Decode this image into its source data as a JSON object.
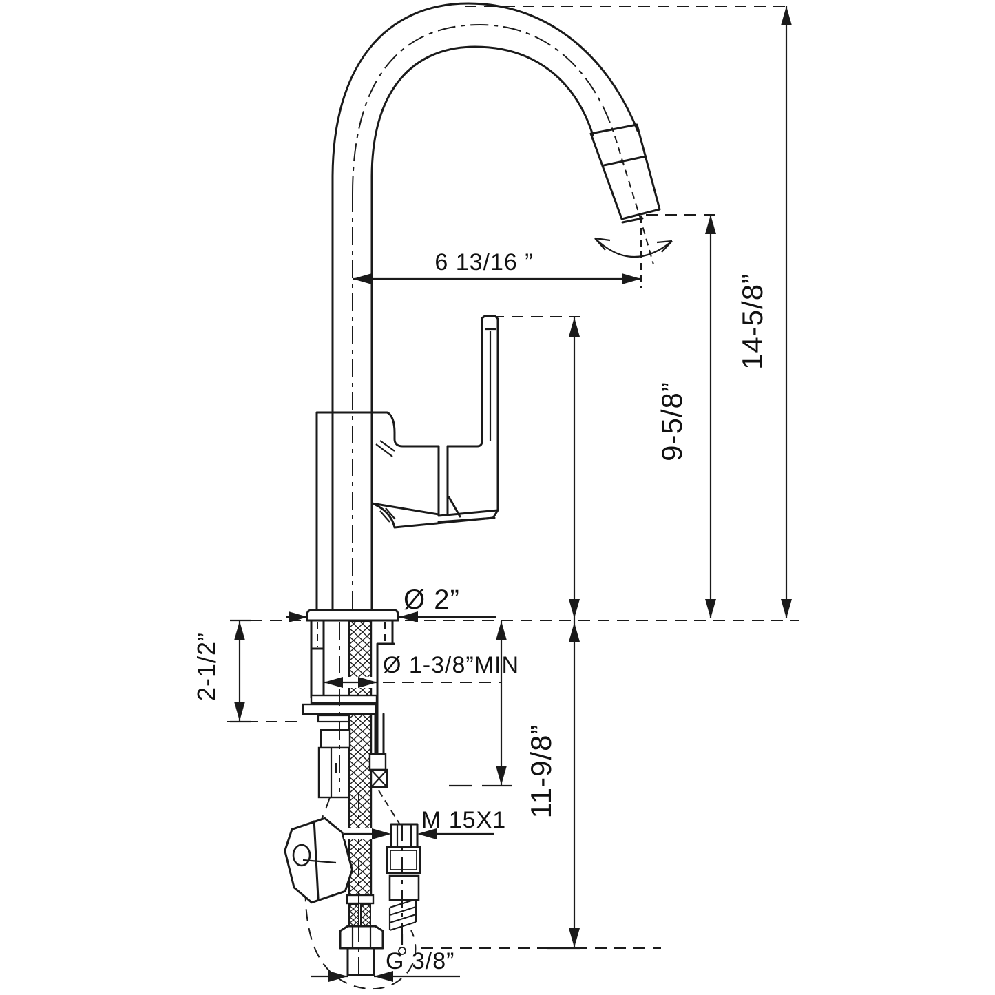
{
  "drawing": {
    "type": "faucet installation dimension drawing",
    "background_color": "#ffffff",
    "line_color": "#1a1a1a",
    "labels": {
      "spout_reach": "6  13/16 ”",
      "overall_height": "14-5/8”",
      "outlet_height": "9-5/8”",
      "below_counter_length": "11-9/8”",
      "max_deck_thickness": "2-1/2”",
      "base_diameter": "Ø 2”",
      "min_hole_diameter": "Ø 1-3/8”MIN",
      "spray_hose_thread": "M 15X1",
      "supply_connection_thread": "G 3/8”"
    }
  }
}
